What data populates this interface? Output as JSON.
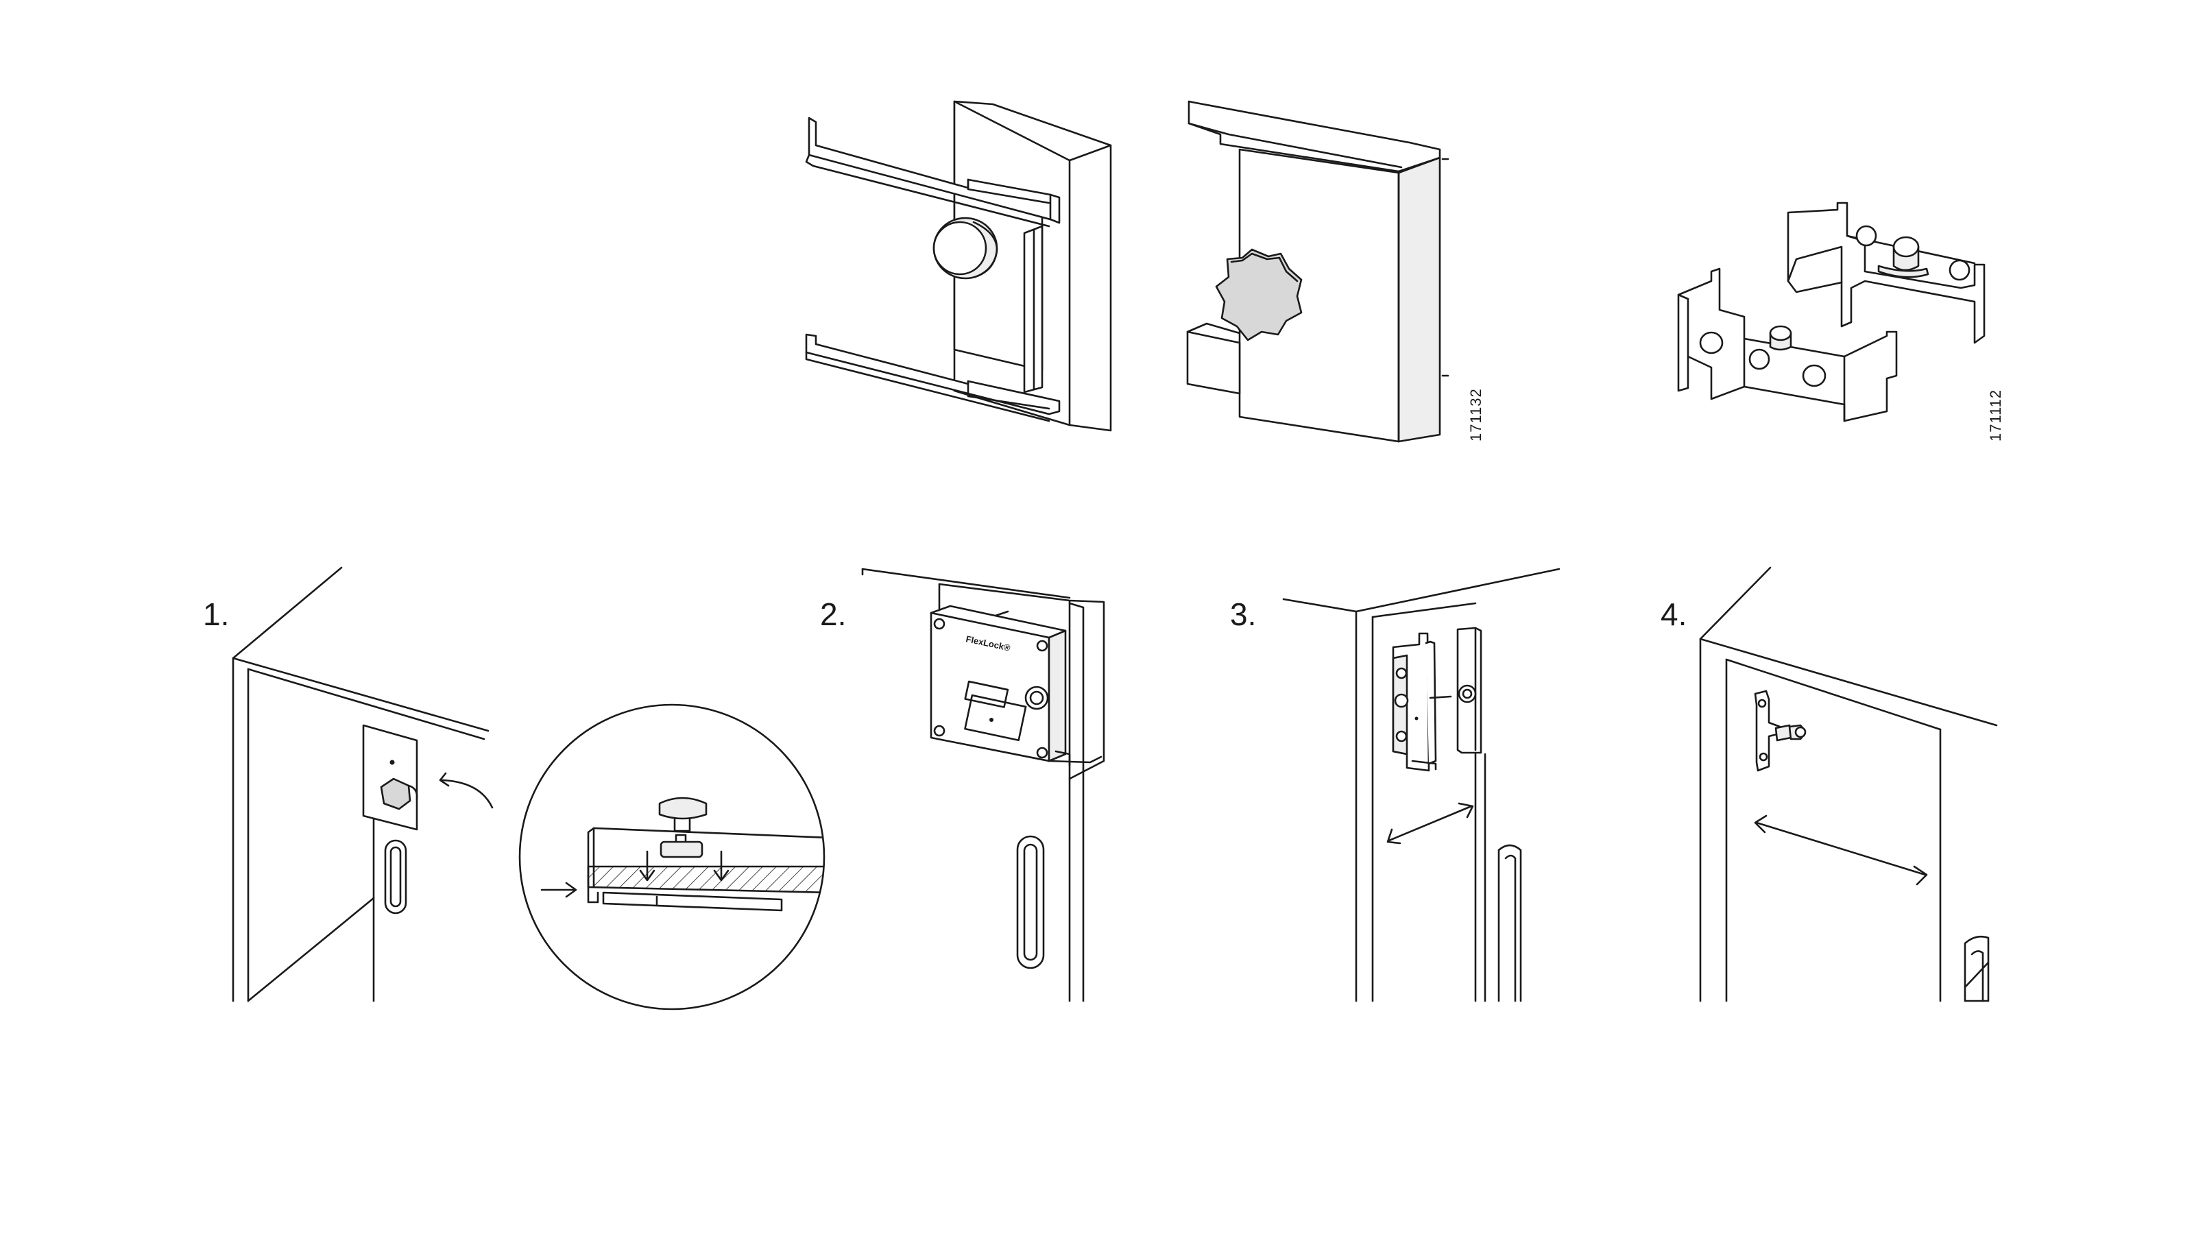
{
  "product_codes": {
    "housing": "171132",
    "bracket": "171112"
  },
  "steps": [
    {
      "label": "1."
    },
    {
      "label": "2."
    },
    {
      "label": "3."
    },
    {
      "label": "4."
    }
  ],
  "lock_face": {
    "brand": "FlexLock®"
  },
  "colors": {
    "line": "#1a1a1a",
    "background": "#ffffff"
  }
}
